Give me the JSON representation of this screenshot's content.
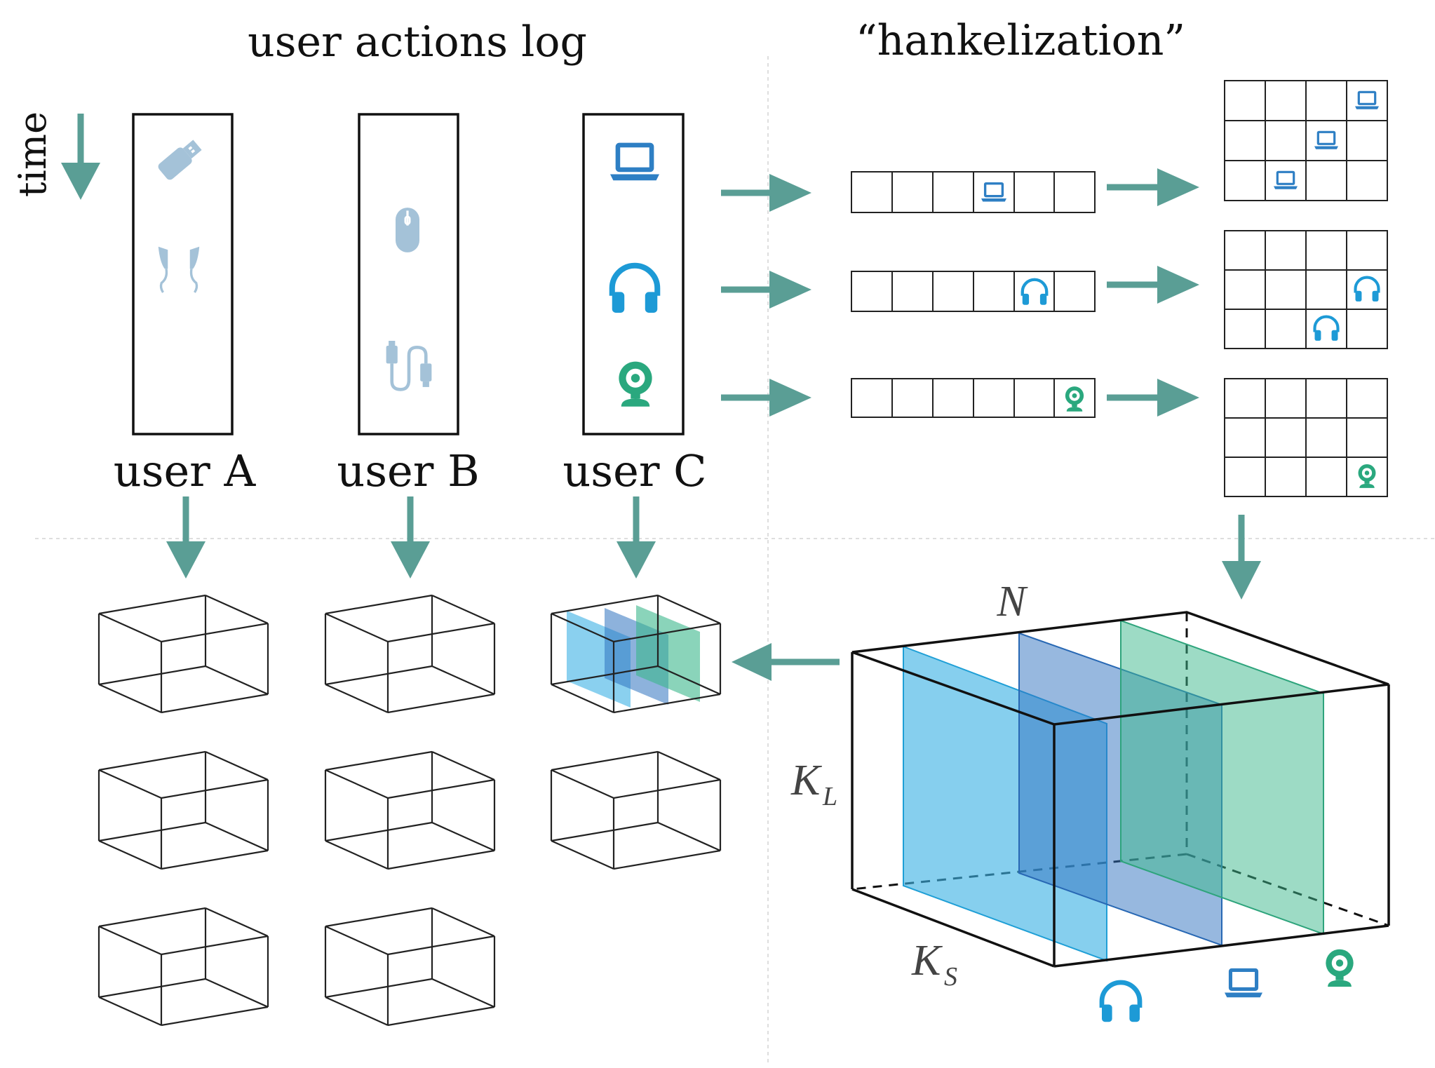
{
  "titles": {
    "left": "user actions log",
    "right": "“hankelization”"
  },
  "time_label": "time",
  "users": [
    {
      "label": "user A",
      "items": [
        "usb-stick",
        "earphones"
      ]
    },
    {
      "label": "user B",
      "items": [
        "mouse",
        "usb-cable"
      ]
    },
    {
      "label": "user C",
      "items": [
        "laptop",
        "headphones",
        "webcam"
      ]
    }
  ],
  "axis_labels": {
    "n": "N",
    "kl": "K",
    "kl_sub": "L",
    "ks": "K",
    "ks_sub": "S"
  },
  "colors": {
    "arrow": "#5a9e95",
    "laptop": "#2e7fc4",
    "headphones": "#1d9ad6",
    "webcam": "#2aa87e",
    "faded": "#a4c2d8",
    "plane_blue": "#3cb1e4",
    "plane_navy": "#2f72c0",
    "plane_green": "#3cb78c"
  },
  "icons": [
    "usb-stick-icon",
    "earphones-icon",
    "mouse-icon",
    "usb-cable-icon",
    "laptop-icon",
    "headphones-icon",
    "webcam-icon"
  ]
}
